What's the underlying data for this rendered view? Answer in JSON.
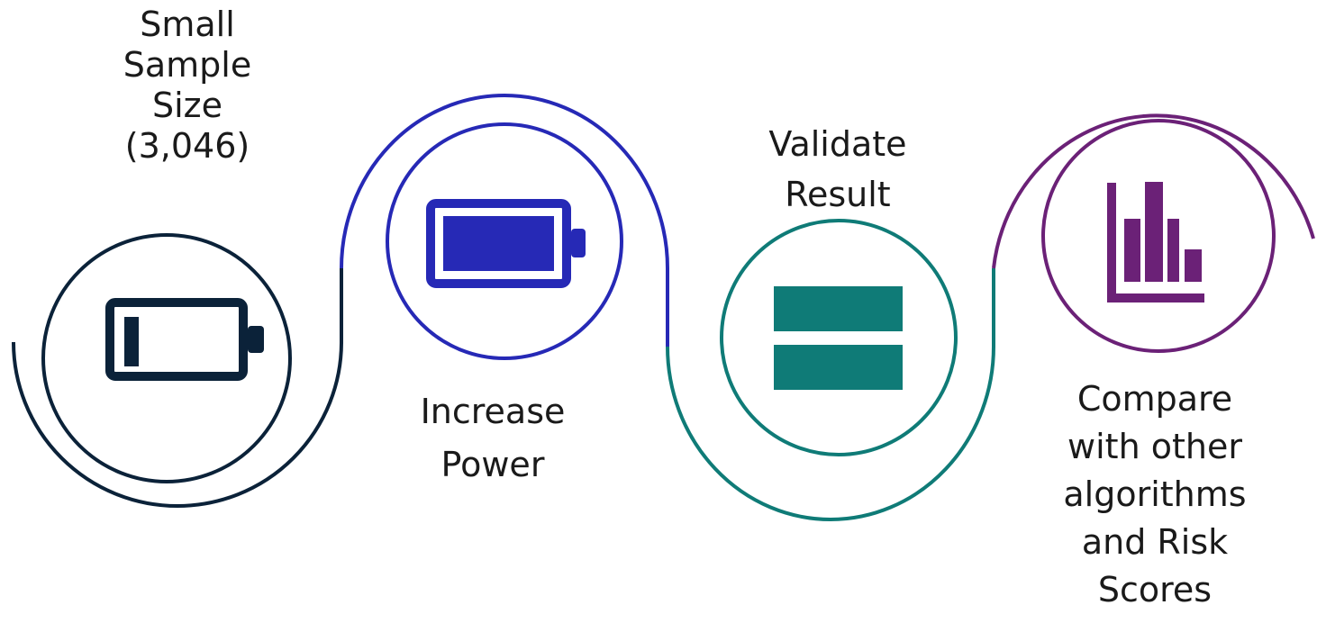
{
  "colors": {
    "step1": "#0b2239",
    "step2": "#2629b6",
    "step3": "#0f7b77",
    "step4": "#6b2177",
    "text": "#1a1a1a"
  },
  "steps": [
    {
      "lines": [
        "Small",
        "Sample",
        "Size",
        "(3,046)"
      ],
      "icon": "low-battery-icon"
    },
    {
      "lines": [
        "Increase",
        "Power"
      ],
      "icon": "full-battery-icon"
    },
    {
      "lines": [
        "Validate",
        "Result"
      ],
      "icon": "equals-icon"
    },
    {
      "lines": [
        "Compare",
        "with other",
        "algorithms",
        "and Risk",
        "Scores"
      ],
      "icon": "bar-chart-icon"
    }
  ]
}
